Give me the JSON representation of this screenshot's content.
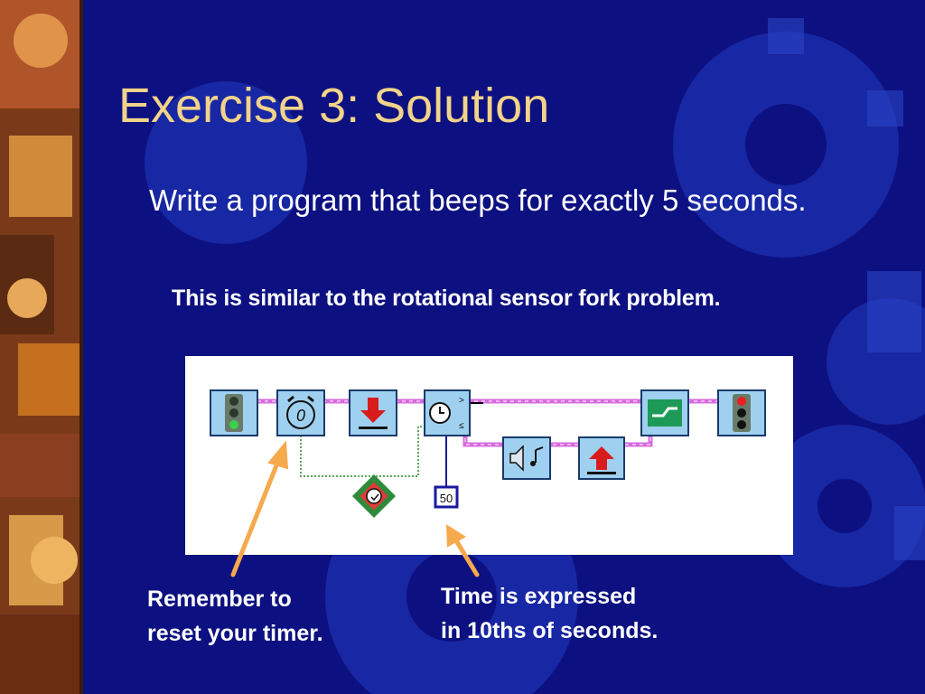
{
  "slide": {
    "title": "Exercise 3: Solution",
    "body": "Write a program that beeps for exactly 5 seconds.",
    "note": "This is similar to the rotational sensor fork problem."
  },
  "diagram": {
    "timer_value": "50",
    "blocks": [
      "start-traffic-light-icon",
      "reset-timer-icon",
      "download-icon",
      "timer-fork-icon",
      "beep-sound-icon",
      "upload-icon",
      "fork-merge-icon",
      "stop-traffic-light-icon",
      "timer-container-icon"
    ]
  },
  "callouts": {
    "reset_line1": "Remember to",
    "reset_line2": "reset your timer.",
    "time_line1": "Time is expressed",
    "time_line2": "in 10ths of seconds."
  },
  "colors": {
    "background": "#0d1080",
    "title": "#f1d38a",
    "arrow": "#f6a94d",
    "wire": "#d86adf",
    "block": "#9fd0ef"
  }
}
